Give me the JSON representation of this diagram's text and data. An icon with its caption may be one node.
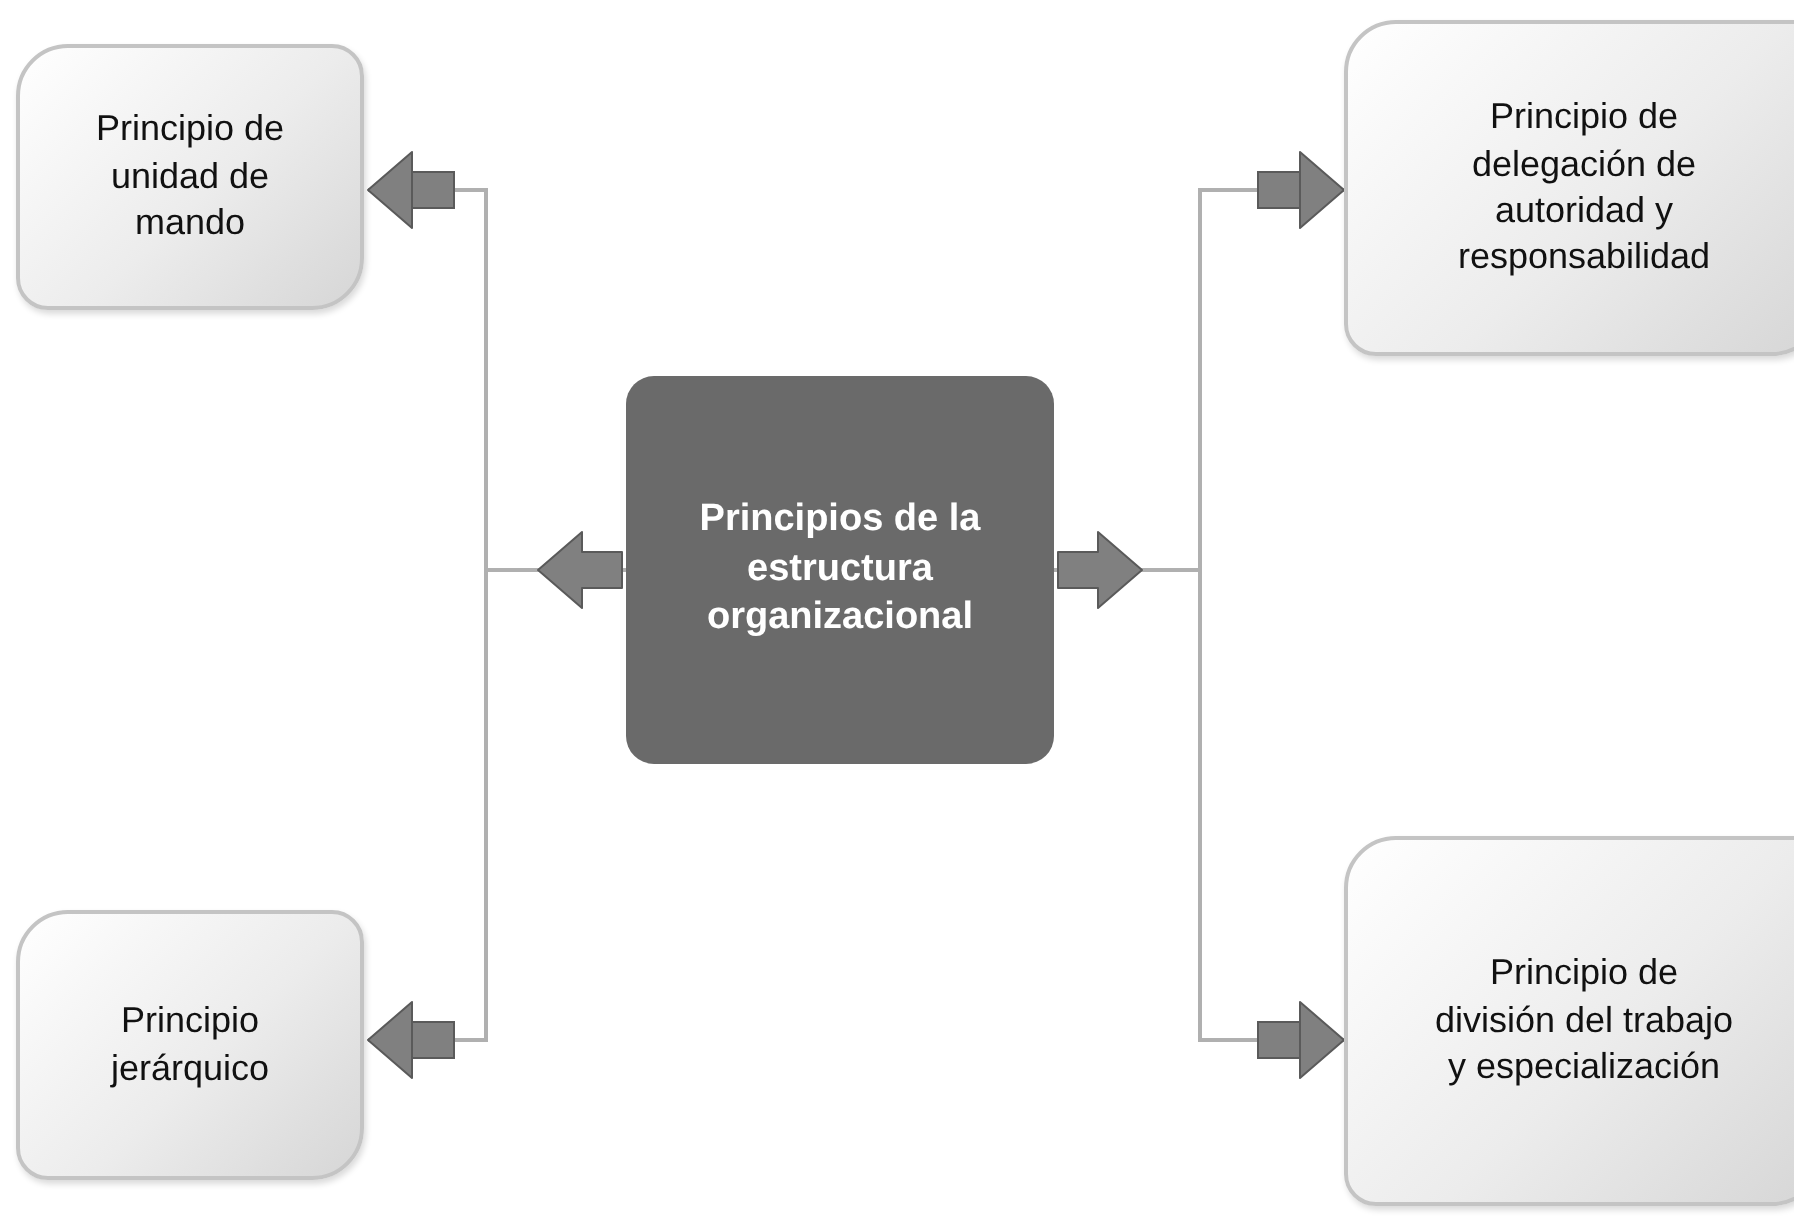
{
  "diagram": {
    "nodes": [
      {
        "text": [
          "Principios de la estructura organizacional"
        ]
      },
      {
        "text": [
          "Principio de unidad de mando"
        ]
      },
      {
        "text": [
          "Principio de delegación de autoridad y responsabilidad"
        ]
      },
      {
        "text": [
          "Principio jerárquico"
        ]
      },
      {
        "text": [
          "Principio de división del trabajo y especialización"
        ]
      }
    ],
    "edges": [
      {
        "from": 0,
        "to": 1,
        "arrow": "to"
      },
      {
        "from": 0,
        "to": 2,
        "arrow": "to"
      },
      {
        "from": 0,
        "to": 3,
        "arrow": "to"
      },
      {
        "from": 0,
        "to": 4,
        "arrow": "to"
      }
    ]
  }
}
